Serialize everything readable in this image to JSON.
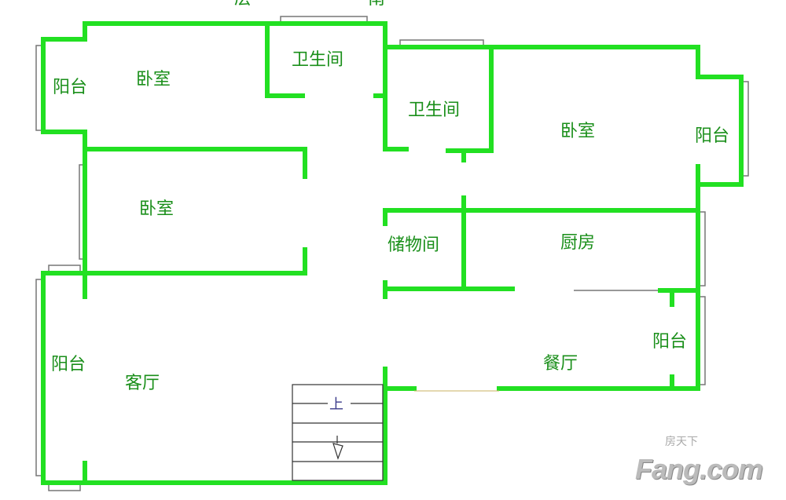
{
  "top_labels": [
    "层",
    "南"
  ],
  "rooms": [
    {
      "id": "balcony-nw",
      "label": "阳台"
    },
    {
      "id": "bedroom-nw",
      "label": "卧室"
    },
    {
      "id": "bathroom-1",
      "label": "卫生间"
    },
    {
      "id": "bathroom-2",
      "label": "卫生间"
    },
    {
      "id": "bedroom-ne",
      "label": "卧室"
    },
    {
      "id": "balcony-ne",
      "label": "阳台"
    },
    {
      "id": "bedroom-w",
      "label": "卧室"
    },
    {
      "id": "storage",
      "label": "储物间"
    },
    {
      "id": "kitchen",
      "label": "厨房"
    },
    {
      "id": "balcony-sw",
      "label": "阳台"
    },
    {
      "id": "living-room",
      "label": "客厅"
    },
    {
      "id": "dining-room",
      "label": "餐厅"
    },
    {
      "id": "balcony-se",
      "label": "阳台"
    }
  ],
  "stairs": {
    "up_label": "上"
  },
  "watermark": {
    "brand": "Fang.com",
    "sub": "房天下"
  },
  "colors": {
    "wall": "#22e022",
    "wall_edge": "#118811",
    "window": "#888888",
    "text": "#1a8f1a"
  }
}
